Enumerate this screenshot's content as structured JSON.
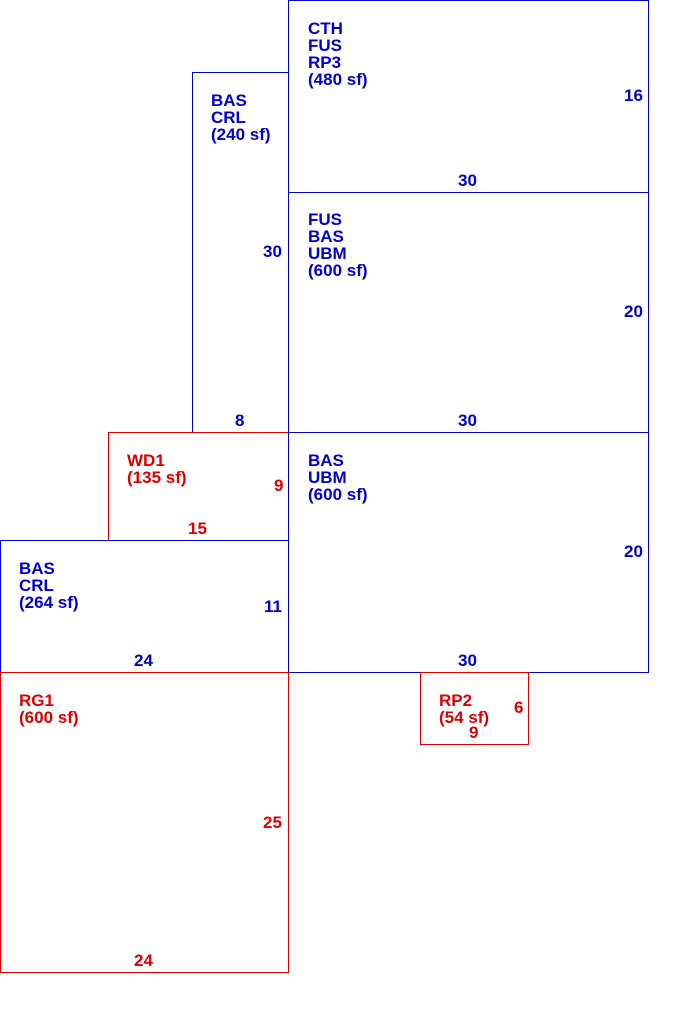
{
  "colors": {
    "existing": "#0000cc",
    "proposed": "#dd0000"
  },
  "rooms": {
    "cth": {
      "codes": [
        "CTH",
        "FUS",
        "RP3"
      ],
      "area": "(480 sf)",
      "width": "30",
      "depth": "16"
    },
    "bas_crl_top": {
      "codes": [
        "BAS",
        "CRL"
      ],
      "area": "(240 sf)",
      "width": "8",
      "depth": "30"
    },
    "fus_bas_ubm": {
      "codes": [
        "FUS",
        "BAS",
        "UBM"
      ],
      "area": "(600 sf)",
      "width": "30",
      "depth": "20"
    },
    "wd1": {
      "codes": [
        "WD1"
      ],
      "area": "(135 sf)",
      "width": "15",
      "depth": "9"
    },
    "bas_ubm": {
      "codes": [
        "BAS",
        "UBM"
      ],
      "area": "(600 sf)",
      "width": "30",
      "depth": "20"
    },
    "bas_crl_bottom": {
      "codes": [
        "BAS",
        "CRL"
      ],
      "area": "(264 sf)",
      "width": "24",
      "depth": "11"
    },
    "rg1": {
      "codes": [
        "RG1"
      ],
      "area": "(600 sf)",
      "width": "24",
      "depth": "25"
    },
    "rp2": {
      "codes": [
        "RP2"
      ],
      "area": "(54 sf)",
      "width": "9",
      "depth": "6"
    }
  }
}
